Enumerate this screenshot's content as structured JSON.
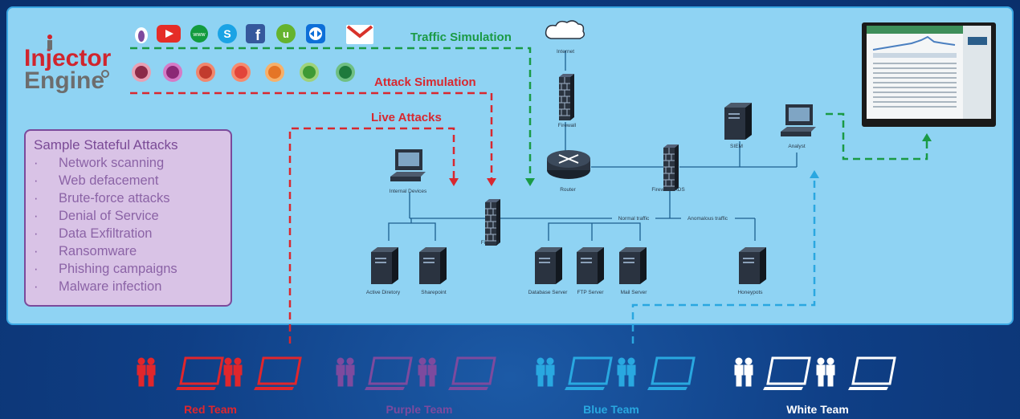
{
  "brand": {
    "line1": "Injector",
    "line2": "Engine"
  },
  "flows": {
    "traffic": "Traffic Simulation",
    "attack": "Attack Simulation",
    "live": "Live Attacks"
  },
  "attacks_box": {
    "title": "Sample Stateful Attacks",
    "items": [
      "Network scanning",
      "Web defacement",
      "Brute-force attacks",
      "Denial of Service",
      "Data Exfiltration",
      "Ransomware",
      "Phishing campaigns",
      "Malware infection"
    ]
  },
  "nodes": {
    "internet": "Internet",
    "firewall_top": "Firewall",
    "router": "Router",
    "firewall_ads": "Firewall +ADS",
    "siem": "SIEM",
    "analyst": "Analyst",
    "internal_devices": "Internal Devices",
    "firewall_mid": "Firewall",
    "normal_traffic": "Normal traffic",
    "anomalous_traffic": "Anomalous traffic",
    "active_directory": "Active Diretory",
    "sharepoint": "Sharepoint",
    "database_server": "Database Server",
    "ftp_server": "FTP Server",
    "mail_server": "Mail Server",
    "honeypots": "Honeypots"
  },
  "teams": [
    {
      "name": "Red Team",
      "color": "#e0262c"
    },
    {
      "name": "Purple Team",
      "color": "#7d4a9e"
    },
    {
      "name": "Blue Team",
      "color": "#29a8e0"
    },
    {
      "name": "White Team",
      "color": "#ffffff"
    }
  ],
  "traffic_icons": [
    "tor-icon",
    "youtube-icon",
    "www-icon",
    "skype-icon",
    "facebook-icon",
    "utorrent-icon",
    "teamviewer-icon",
    "gmail-icon"
  ],
  "attack_icons": [
    "attack-icon-1",
    "attack-icon-2",
    "attack-icon-3",
    "attack-icon-4",
    "attack-icon-5",
    "attack-icon-6",
    "attack-icon-7"
  ],
  "colors": {
    "traffic": "#1a9a45",
    "attack": "#d8282f",
    "blue_flow": "#2aa7e0",
    "panel": "#8fd3f3"
  }
}
